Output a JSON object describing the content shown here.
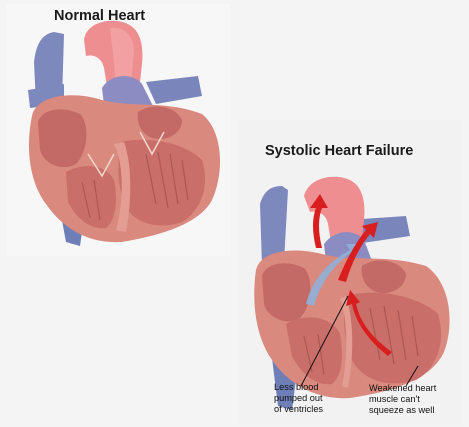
{
  "normal": {
    "title": "Normal Heart"
  },
  "failure": {
    "title": "Systolic Heart Failure",
    "callouts": {
      "less_blood": [
        "Less blood",
        "pumped out",
        "of ventricles"
      ],
      "weakened": [
        "Weakened heart",
        "muscle can't",
        "squeeze as well"
      ]
    }
  },
  "colors": {
    "muscle": "#d9897e",
    "muscle_dark": "#b8605a",
    "chamber": "#c46a66",
    "aorta": "#ee8e90",
    "vein_blue": "#7d88bd",
    "vessel_blue": "#6e7fb8",
    "flow_arrow": "#d81e1e",
    "blue_arrow": "#8fb0d8",
    "background": "#f4f4f4"
  }
}
